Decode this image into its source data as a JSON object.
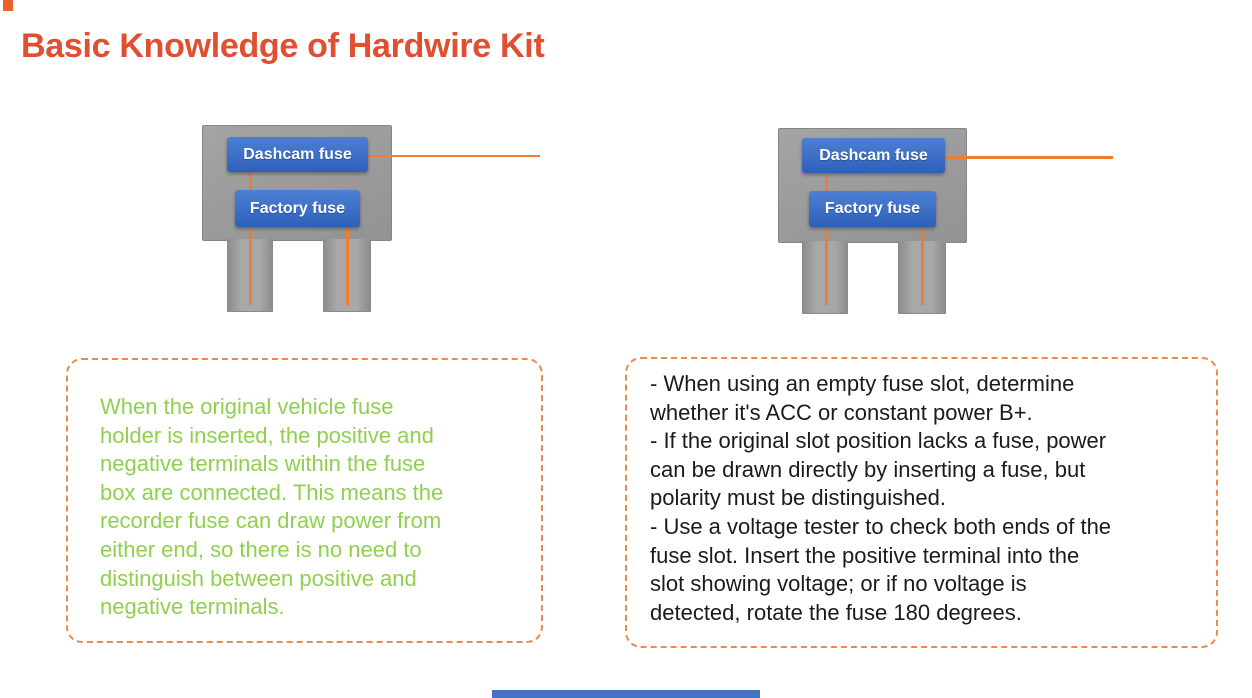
{
  "page": {
    "title": "Basic Knowledge of Hardwire Kit"
  },
  "colors": {
    "title": "#DF4F30",
    "accent_orange_wire": "#ED7D31",
    "note_border_dash": "#EB8A4F",
    "note_text_green": "#90D04F",
    "note_text_dark": "#1B1B1B",
    "fuse_button_blue": "#3A6BC6",
    "fuse_body_gray": "#9C9C9C",
    "corner_square": "#E8632C",
    "footer_bar_blue": "#4472C4"
  },
  "diagrams": {
    "left": {
      "dashcam_label": "Dashcam fuse",
      "factory_label": "Factory fuse"
    },
    "right": {
      "dashcam_label": "Dashcam fuse",
      "factory_label": "Factory fuse"
    }
  },
  "notes": {
    "left_text": "When the original vehicle fuse\nholder is inserted, the positive and\nnegative terminals within the fuse\nbox are connected. This means the\nrecorder fuse can draw power from\neither end, so there is no need to\ndistinguish between positive and\nnegative terminals.",
    "right_text": "- When using an empty fuse slot, determine\nwhether it's ACC or constant power B+.\n- If the original slot position lacks a fuse, power\ncan be drawn directly by inserting a fuse, but\npolarity must be distinguished.\n- Use a voltage tester to check both ends of the\nfuse slot. Insert the positive terminal into the\nslot showing voltage; or if no voltage is\ndetected, rotate the fuse 180 degrees."
  }
}
